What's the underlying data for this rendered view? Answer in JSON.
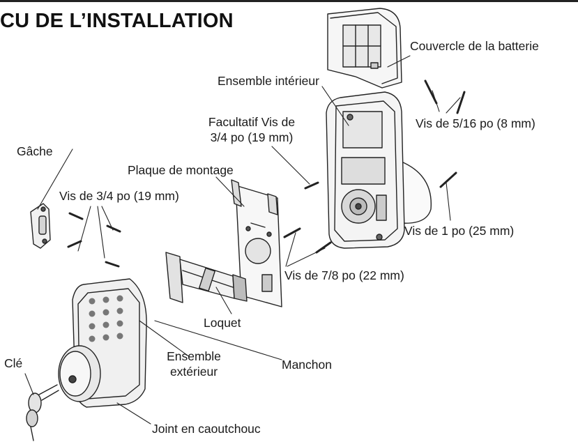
{
  "title": "CU DE L’INSTALLATION",
  "labels": {
    "battery_cover": "Couvercle de la batterie",
    "interior_assembly": "Ensemble intérieur",
    "optional_screws_line1": "Facultatif Vis de",
    "optional_screws_line2": "3/4 po (19 mm)",
    "screws_5_16": "Vis de 5/16 po (8 mm)",
    "strike": "Gâche",
    "mounting_plate": "Plaque de montage",
    "screws_3_4": "Vis de 3/4 po (19 mm)",
    "screws_1": "Vis de 1 po (25 mm)",
    "screws_7_8": "Vis de 7/8 po (22 mm)",
    "latch": "Loquet",
    "key": "Clé",
    "exterior_assembly_line1": "Ensemble",
    "exterior_assembly_line2": "extérieur",
    "sleeve": "Manchon",
    "rubber_gasket": "Joint en caoutchouc"
  }
}
